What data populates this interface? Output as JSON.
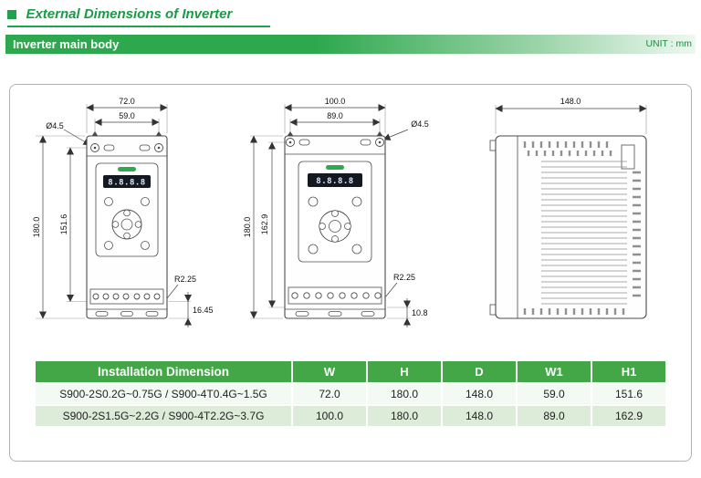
{
  "header": {
    "title": "External Dimensions of Inverter",
    "section": "Inverter main body",
    "unit_label": "UNIT : mm"
  },
  "colors": {
    "accent_green": "#1ea24c",
    "bar_green": "#2ea84e",
    "table_header_green": "#43a647",
    "row_alt_green": "#dcecd8"
  },
  "drawings": {
    "front_small": {
      "outer_width": "72.0",
      "hole_pitch_width": "59.0",
      "hole_diameter": "Ø4.5",
      "outer_height": "180.0",
      "hole_pitch_height": "151.6",
      "slot_radius": "R2.25",
      "bottom_offset": "16.45",
      "display_value": "8.8.8.8"
    },
    "front_large": {
      "outer_width": "100.0",
      "hole_pitch_width": "89.0",
      "hole_diameter": "Ø4.5",
      "outer_height": "180.0",
      "hole_pitch_height": "162.9",
      "slot_radius": "R2.25",
      "bottom_offset": "10.8",
      "display_value": "8.8.8.8"
    },
    "side": {
      "depth": "148.0"
    }
  },
  "table": {
    "headers": [
      "Installation Dimension",
      "W",
      "H",
      "D",
      "W1",
      "H1"
    ],
    "rows": [
      {
        "model": "S900-2S0.2G~0.75G / S900-4T0.4G~1.5G",
        "w": "72.0",
        "h": "180.0",
        "d": "148.0",
        "w1": "59.0",
        "h1": "151.6"
      },
      {
        "model": "S900-2S1.5G~2.2G / S900-4T2.2G~3.7G",
        "w": "100.0",
        "h": "180.0",
        "d": "148.0",
        "w1": "89.0",
        "h1": "162.9"
      }
    ]
  }
}
